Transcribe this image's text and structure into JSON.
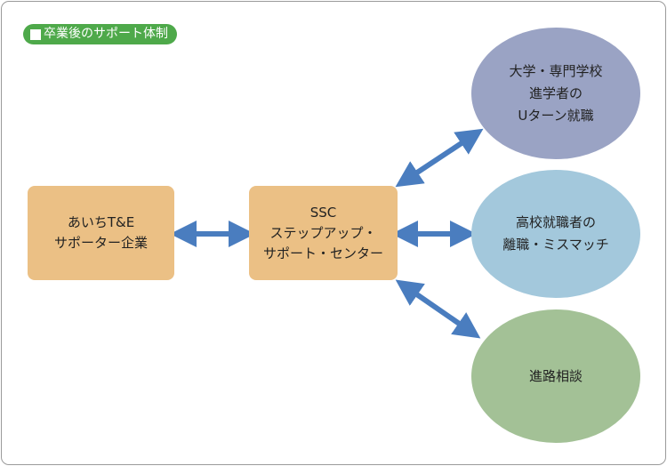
{
  "title": "卒業後のサポート体制",
  "nodes": {
    "supporter": {
      "lines": [
        "あいちT&E",
        "サポーター企業"
      ]
    },
    "ssc": {
      "lines": [
        "SSC",
        "ステップアップ・",
        "サポート・センター"
      ]
    },
    "university": {
      "lines": [
        "大学・専門学校",
        "進学者の",
        "Uターン就職"
      ]
    },
    "highschool": {
      "lines": [
        "高校就職者の",
        "離職・ミスマッチ"
      ]
    },
    "counseling": {
      "lines": [
        "進路相談"
      ]
    }
  },
  "colors": {
    "badge": "#4ea94a",
    "box": "#ebc085",
    "arrow": "#4a7dbf",
    "circle_university": "#9aa3c4",
    "circle_highschool": "#a3c8dc",
    "circle_counseling": "#a3c196"
  }
}
